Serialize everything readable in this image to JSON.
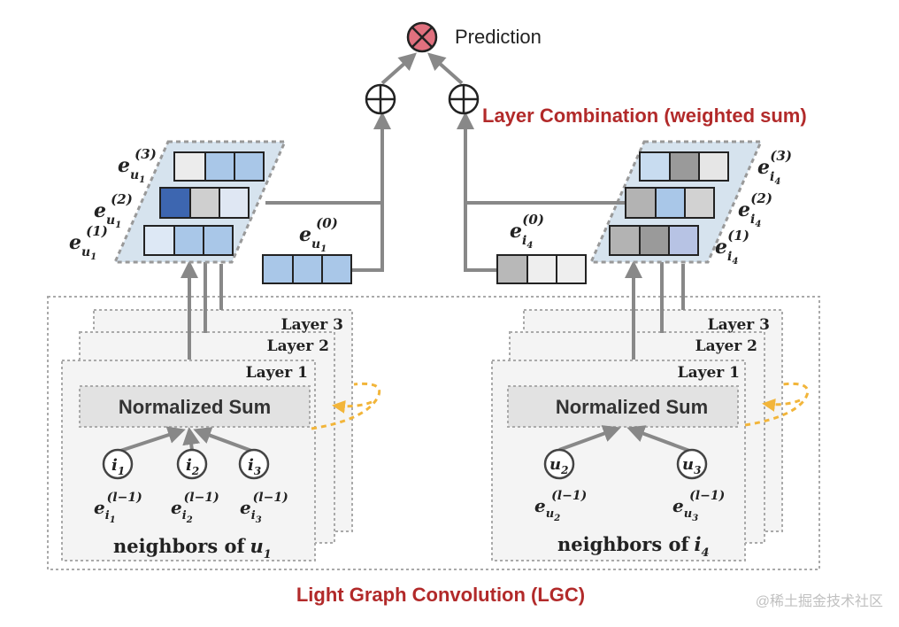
{
  "top": {
    "prediction_label": "Prediction",
    "combination_label": "Layer Combination (weighted sum)",
    "lgc_label": "Light Graph Convolution (LGC)",
    "watermark": "@稀土掘金技术社区"
  },
  "colors": {
    "red_text": "#b22a2a",
    "prediction_node": "#e0707e",
    "arrow_gray": "#888888",
    "dashed_gray": "#999999",
    "parallelogram_fill": "#d6e3ee",
    "yellow_arrow": "#f2b53a"
  },
  "icons": {
    "prediction": "circled-times-icon",
    "combine": "circled-plus-icon"
  },
  "user": {
    "e1": {
      "base": "e",
      "sub": "u",
      "subsub": "1",
      "sup": "(1)"
    },
    "e2": {
      "base": "e",
      "sub": "u",
      "subsub": "1",
      "sup": "(2)"
    },
    "e3": {
      "base": "e",
      "sub": "u",
      "subsub": "1",
      "sup": "(3)"
    },
    "e0": {
      "base": "e",
      "sub": "u",
      "subsub": "1",
      "sup": "(0)"
    },
    "embedding_colors": {
      "e3": [
        "#ececec",
        "#a9c7e8",
        "#a9c7e8"
      ],
      "e2": [
        "#3d66b0",
        "#cfcfcf",
        "#dfe7f3"
      ],
      "e1": [
        "#dde8f5",
        "#a9c7e8",
        "#a9c7e8"
      ],
      "e0": [
        "#a9c7e8",
        "#a9c7e8",
        "#a9c7e8"
      ]
    },
    "layers": [
      "Layer 3",
      "Layer 2",
      "Layer 1"
    ],
    "normalized_sum": "Normalized Sum",
    "neighbors": [
      {
        "node": "i",
        "node_sub": "1",
        "emb": "e",
        "emb_sub": "i",
        "emb_subsub": "1",
        "emb_sup": "(l−1)"
      },
      {
        "node": "i",
        "node_sub": "2",
        "emb": "e",
        "emb_sub": "i",
        "emb_subsub": "2",
        "emb_sup": "(l−1)"
      },
      {
        "node": "i",
        "node_sub": "3",
        "emb": "e",
        "emb_sub": "i",
        "emb_subsub": "3",
        "emb_sup": "(l−1)"
      }
    ],
    "neighbors_caption": "neighbors of",
    "neighbors_target": "u",
    "neighbors_target_sub": "1"
  },
  "item": {
    "e1": {
      "base": "e",
      "sub": "i",
      "subsub": "4",
      "sup": "(1)"
    },
    "e2": {
      "base": "e",
      "sub": "i",
      "subsub": "4",
      "sup": "(2)"
    },
    "e3": {
      "base": "e",
      "sub": "i",
      "subsub": "4",
      "sup": "(3)"
    },
    "e0": {
      "base": "e",
      "sub": "i",
      "subsub": "4",
      "sup": "(0)"
    },
    "embedding_colors": {
      "e3": [
        "#c8dcf0",
        "#9a9a9a",
        "#e6e6e6"
      ],
      "e2": [
        "#b3b3b3",
        "#a9c7e8",
        "#d2d2d2"
      ],
      "e1": [
        "#b3b3b3",
        "#9a9a9a",
        "#b7c3e4"
      ],
      "e0": [
        "#b8b8b8",
        "#eeeeee",
        "#eeeeee"
      ]
    },
    "layers": [
      "Layer 3",
      "Layer 2",
      "Layer 1"
    ],
    "normalized_sum": "Normalized Sum",
    "neighbors": [
      {
        "node": "u",
        "node_sub": "2",
        "emb": "e",
        "emb_sub": "u",
        "emb_subsub": "2",
        "emb_sup": "(l−1)"
      },
      {
        "node": "u",
        "node_sub": "3",
        "emb": "e",
        "emb_sub": "u",
        "emb_subsub": "3",
        "emb_sup": "(l−1)"
      }
    ],
    "neighbors_caption": "neighbors of",
    "neighbors_target": "i",
    "neighbors_target_sub": "4"
  }
}
